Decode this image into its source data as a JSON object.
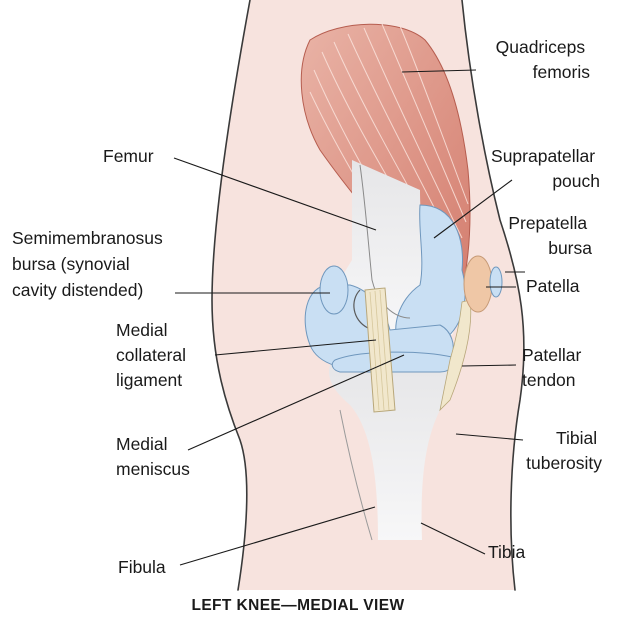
{
  "caption": "LEFT KNEE—MEDIAL VIEW",
  "labels": {
    "quadriceps": [
      "Quadriceps",
      "femoris"
    ],
    "suprapatellar": [
      "Suprapatellar",
      "pouch"
    ],
    "prepatella": [
      "Prepatella",
      "bursa"
    ],
    "patella": [
      "Patella"
    ],
    "patellar_tendon": [
      "Patellar",
      "tendon"
    ],
    "tibial_tuberosity": [
      "Tibial",
      "tuberosity"
    ],
    "tibia": [
      "Tibia"
    ],
    "fibula": [
      "Fibula"
    ],
    "femur": [
      "Femur"
    ],
    "semimembranosus": [
      "Semimembranosus",
      "bursa (synovial",
      "cavity distended)"
    ],
    "medial_collateral": [
      "Medial",
      "collateral",
      "ligament"
    ],
    "medial_meniscus": [
      "Medial",
      "meniscus"
    ]
  },
  "colors": {
    "skin": "#f7e3de",
    "muscle": "#e5a193",
    "muscle_dark": "#c4685a",
    "bone": "#ededee",
    "bursa": "#c9dff3",
    "patella": "#efc7a6",
    "ligament": "#f1e7cc",
    "outline": "#3a3a3a"
  }
}
